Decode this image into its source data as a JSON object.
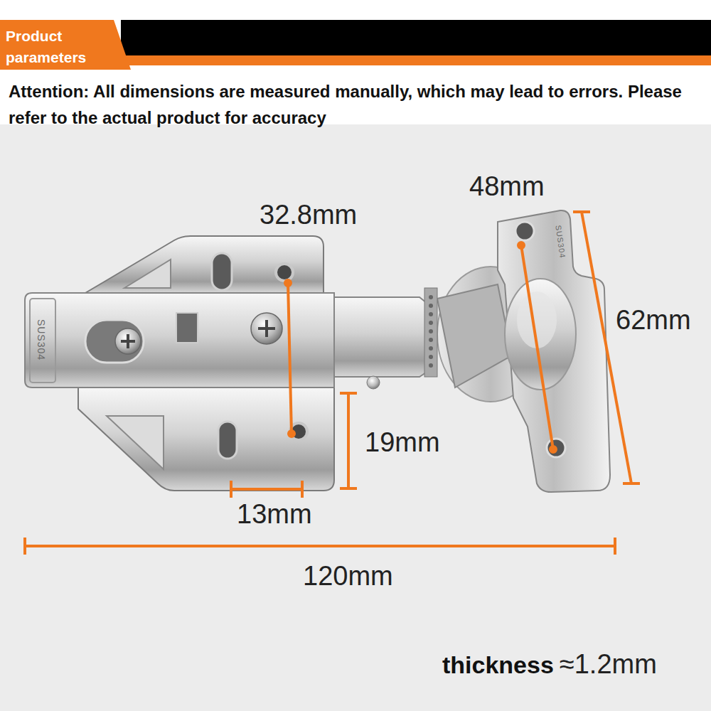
{
  "diagram": {
    "title": "Product parameters",
    "labels": [
      "32.8mm",
      "48mm",
      "62mm",
      "19mm",
      "13mm",
      "120mm",
      "thickness",
      "≈1.2mm",
      "SUS304",
      "SUS304",
      "Attention: All dimensions are measured manually, which may lead to errors. Please refer to the actual product for accuracy"
    ]
  }
}
